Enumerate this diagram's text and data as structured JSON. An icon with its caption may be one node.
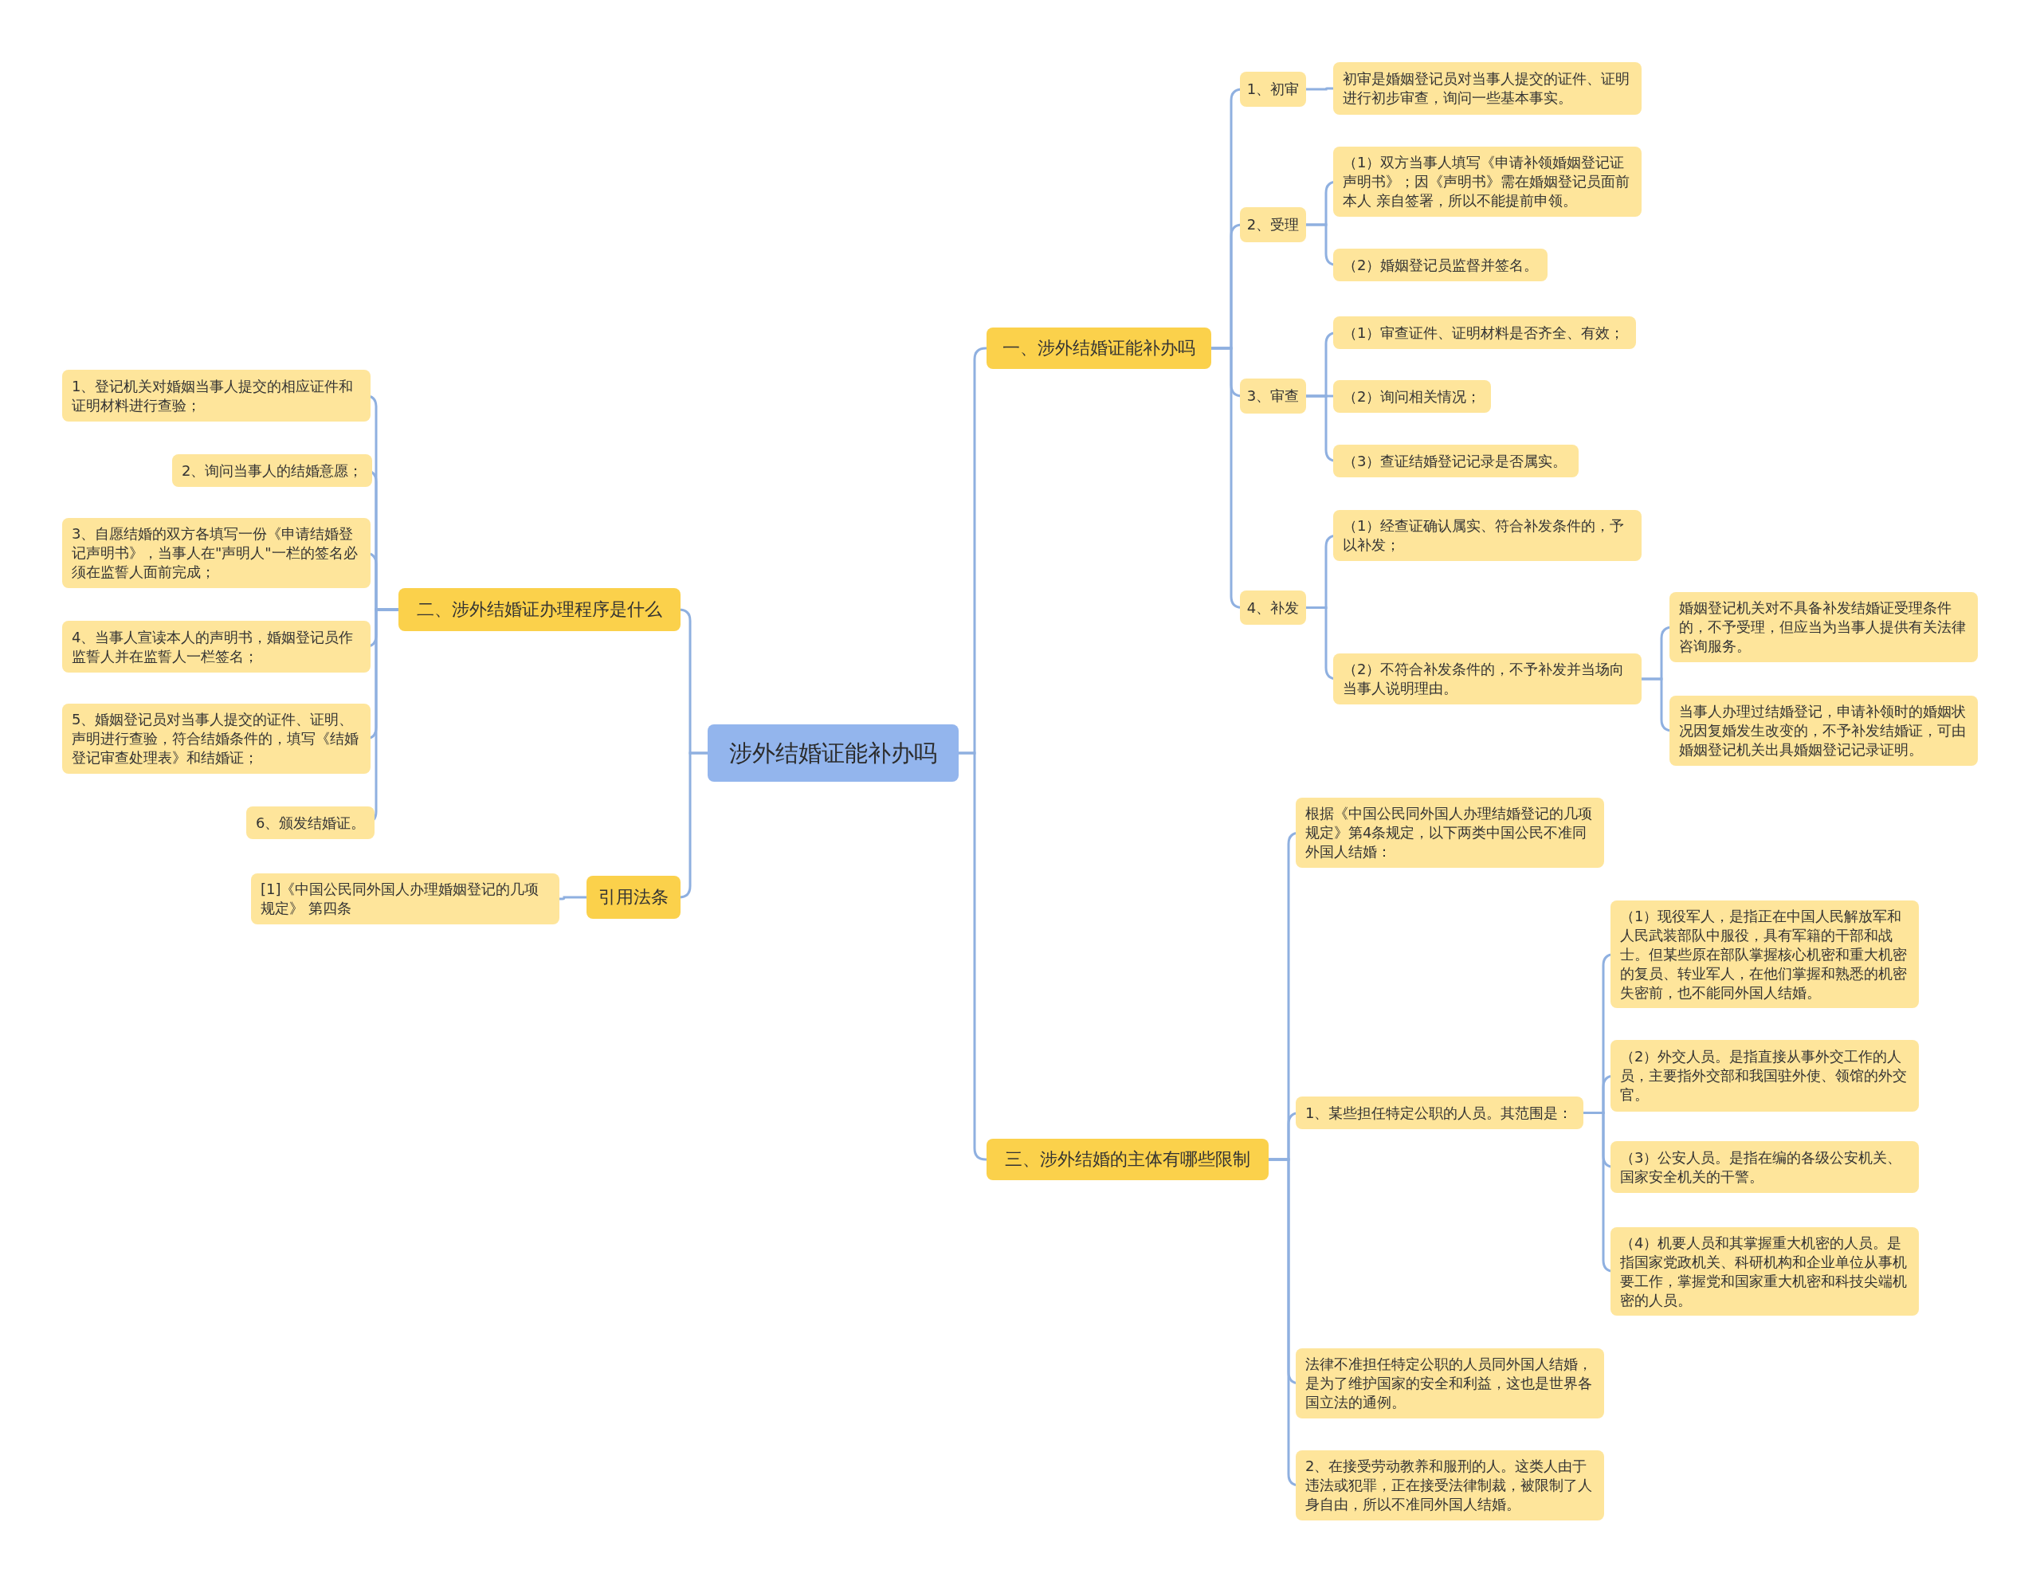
{
  "diagram": {
    "nodes": [
      {
        "text": [
          "涉外结婚证能补办吗"
        ]
      },
      {
        "text": [
          "一、涉外结婚证能补办吗"
        ]
      },
      {
        "text": [
          "1、初审"
        ]
      },
      {
        "text": [
          "初审是婚姻登记员对当事人提交的证件、证明进行初步审查，询问一些基本事实。"
        ]
      },
      {
        "text": [
          "2、受理"
        ]
      },
      {
        "text": [
          "（1）双方当事人填写《申请补领婚姻登记证声明书》；因《声明书》需在婚姻登记员面前本人 亲自签署，所以不能提前申领。"
        ]
      },
      {
        "text": [
          "（2）婚姻登记员监督并签名。"
        ]
      },
      {
        "text": [
          "3、审查"
        ]
      },
      {
        "text": [
          "（1）审查证件、证明材料是否齐全、有效；"
        ]
      },
      {
        "text": [
          "（2）询问相关情况；"
        ]
      },
      {
        "text": [
          "（3）查证结婚登记记录是否属实。"
        ]
      },
      {
        "text": [
          "4、补发"
        ]
      },
      {
        "text": [
          "（1）经查证确认属实、符合补发条件的，予以补发；"
        ]
      },
      {
        "text": [
          "（2）不符合补发条件的，不予补发并当场向当事人说明理由。"
        ]
      },
      {
        "text": [
          "婚姻登记机关对不具备补发结婚证受理条件的，不予受理，但应当为当事人提供有关法律咨询服务。"
        ]
      },
      {
        "text": [
          "当事人办理过结婚登记，申请补领时的婚姻状况因复婚发生改变的，不予补发结婚证，可由婚姻登记机关出具婚姻登记记录证明。"
        ]
      },
      {
        "text": [
          "三、涉外结婚的主体有哪些限制"
        ]
      },
      {
        "text": [
          "根据《中国公民同外国人办理结婚登记的几项规定》第4条规定，以下两类中国公民不准同外国人结婚："
        ]
      },
      {
        "text": [
          "1、某些担任特定公职的人员。其范围是："
        ]
      },
      {
        "text": [
          "（1）现役军人，是指正在中国人民解放军和人民武装部队中服役，具有军籍的干部和战士。但某些原在部队掌握核心机密和重大机密的复员、转业军人，在他们掌握和熟悉的机密失密前，也不能同外国人结婚。"
        ]
      },
      {
        "text": [
          "（2）外交人员。是指直接从事外交工作的人员，主要指外交部和我国驻外使、领馆的外交官。"
        ]
      },
      {
        "text": [
          "（3）公安人员。是指在编的各级公安机关、国家安全机关的干警。"
        ]
      },
      {
        "text": [
          "（4）机要人员和其掌握重大机密的人员。是指国家党政机关、科研机构和企业单位从事机要工作，掌握党和国家重大机密和科技尖端机密的人员。"
        ]
      },
      {
        "text": [
          "法律不准担任特定公职的人员同外国人结婚，是为了维护国家的安全和利益，这也是世界各国立法的通例。"
        ]
      },
      {
        "text": [
          "2、在接受劳动教养和服刑的人。这类人由于违法或犯罪，正在接受法律制裁，被限制了人身自由，所以不准同外国人结婚。"
        ]
      },
      {
        "text": [
          "二、涉外结婚证办理程序是什么"
        ]
      },
      {
        "text": [
          "1、登记机关对婚姻当事人提交的相应证件和证明材料进行查验；"
        ]
      },
      {
        "text": [
          "2、询问当事人的结婚意愿；"
        ]
      },
      {
        "text": [
          "3、自愿结婚的双方各填写一份《申请结婚登记声明书》，当事人在\"声明人\"一栏的签名必须在监誓人面前完成；"
        ]
      },
      {
        "text": [
          "4、当事人宣读本人的声明书，婚姻登记员作监誓人并在监誓人一栏签名；"
        ]
      },
      {
        "text": [
          "5、婚姻登记员对当事人提交的证件、证明、声明进行查验，符合结婚条件的，填写《结婚登记审查处理表》和结婚证；"
        ]
      },
      {
        "text": [
          "6、颁发结婚证。"
        ]
      },
      {
        "text": [
          "引用法条"
        ]
      },
      {
        "text": [
          "[1]《中国公民同外国人办理婚姻登记的几项规定》 第四条"
        ]
      }
    ],
    "edges": [
      {
        "from": 0,
        "to": 1,
        "arrow": "none"
      },
      {
        "from": 1,
        "to": 2,
        "arrow": "none"
      },
      {
        "from": 2,
        "to": 3,
        "arrow": "none"
      },
      {
        "from": 1,
        "to": 4,
        "arrow": "none"
      },
      {
        "from": 4,
        "to": 5,
        "arrow": "none"
      },
      {
        "from": 4,
        "to": 6,
        "arrow": "none"
      },
      {
        "from": 1,
        "to": 7,
        "arrow": "none"
      },
      {
        "from": 7,
        "to": 8,
        "arrow": "none"
      },
      {
        "from": 7,
        "to": 9,
        "arrow": "none"
      },
      {
        "from": 7,
        "to": 10,
        "arrow": "none"
      },
      {
        "from": 1,
        "to": 11,
        "arrow": "none"
      },
      {
        "from": 11,
        "to": 12,
        "arrow": "none"
      },
      {
        "from": 11,
        "to": 13,
        "arrow": "none"
      },
      {
        "from": 13,
        "to": 14,
        "arrow": "none"
      },
      {
        "from": 13,
        "to": 15,
        "arrow": "none"
      },
      {
        "from": 0,
        "to": 16,
        "arrow": "none"
      },
      {
        "from": 16,
        "to": 17,
        "arrow": "none"
      },
      {
        "from": 16,
        "to": 18,
        "arrow": "none"
      },
      {
        "from": 18,
        "to": 19,
        "arrow": "none"
      },
      {
        "from": 18,
        "to": 20,
        "arrow": "none"
      },
      {
        "from": 18,
        "to": 21,
        "arrow": "none"
      },
      {
        "from": 18,
        "to": 22,
        "arrow": "none"
      },
      {
        "from": 16,
        "to": 23,
        "arrow": "none"
      },
      {
        "from": 16,
        "to": 24,
        "arrow": "none"
      },
      {
        "from": 0,
        "to": 25,
        "arrow": "none"
      },
      {
        "from": 25,
        "to": 26,
        "arrow": "none"
      },
      {
        "from": 25,
        "to": 27,
        "arrow": "none"
      },
      {
        "from": 25,
        "to": 28,
        "arrow": "none"
      },
      {
        "from": 25,
        "to": 29,
        "arrow": "none"
      },
      {
        "from": 25,
        "to": 30,
        "arrow": "none"
      },
      {
        "from": 25,
        "to": 31,
        "arrow": "none"
      },
      {
        "from": 0,
        "to": 32,
        "arrow": "none"
      },
      {
        "from": 32,
        "to": 33,
        "arrow": "none"
      }
    ]
  }
}
